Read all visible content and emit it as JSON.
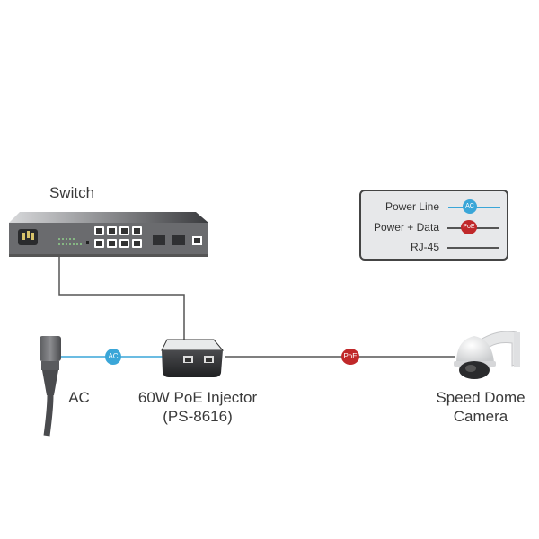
{
  "diagram": {
    "nodes": {
      "switch": {
        "label": "Switch"
      },
      "ac_source": {
        "label": "AC"
      },
      "injector": {
        "label_line1": "60W PoE Injector",
        "label_line2": "(PS-8616)"
      },
      "camera": {
        "label_line1": "Speed Dome",
        "label_line2": "Camera"
      }
    },
    "connections": [
      {
        "from": "ac_source",
        "to": "injector",
        "type": "Power Line",
        "badge": "AC"
      },
      {
        "from": "switch",
        "to": "injector",
        "type": "RJ-45"
      },
      {
        "from": "injector",
        "to": "camera",
        "type": "Power + Data",
        "badge": "PoE"
      }
    ],
    "badges": {
      "ac": "AC",
      "poe": "PoE"
    },
    "legend": {
      "items": [
        {
          "label": "Power Line",
          "badge": "AC",
          "line_color": "#3aa6d8",
          "badge_color": "#3aa6d8"
        },
        {
          "label": "Power + Data",
          "badge": "PoE",
          "line_color": "#555555",
          "badge_color": "#c0282a"
        },
        {
          "label": "RJ-45",
          "badge": "",
          "line_color": "#555555"
        }
      ]
    },
    "colors": {
      "power_line": "#3aa6d8",
      "poe_badge": "#c0282a",
      "rj45": "#555555"
    }
  }
}
